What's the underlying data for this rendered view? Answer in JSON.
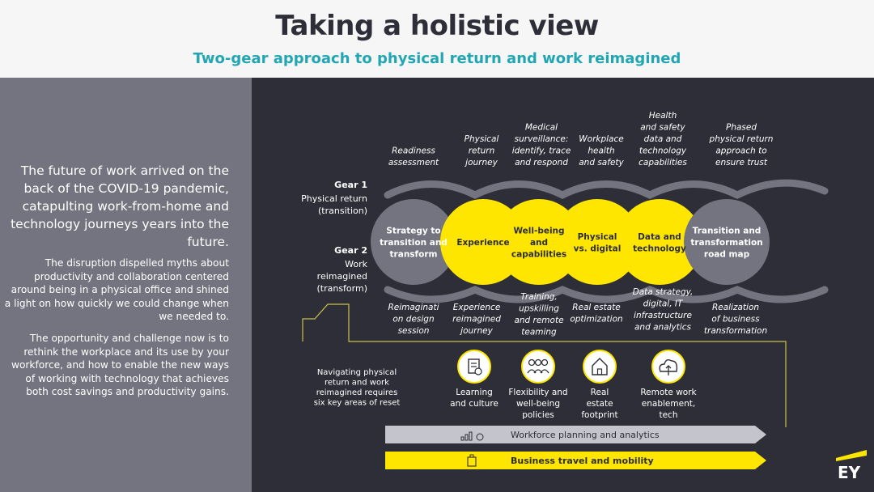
{
  "title": "Taking a holistic view",
  "subtitle": "Two-gear approach to physical return and work reimagined",
  "left_panel": {
    "lead": "The future of work arrived on the back of the COVID-19 pandemic, catapulting work-from-home and technology journeys years into the future.",
    "body1": "The disruption dispelled myths about productivity and collaboration centered around being in a physical office and shined a light on how quickly we could change when we needed to.",
    "body2": "The opportunity and challenge now is to rethink the workplace and its use by your workforce, and how to enable the new ways of working with technology that achieves both cost savings and productivity gains."
  },
  "gear1": {
    "title": "Gear 1",
    "line1": "Physical return",
    "line2": "(transition)"
  },
  "gear2": {
    "title": "Gear 2",
    "line1": "Work",
    "line2": "reimagined",
    "line3": "(transform)"
  },
  "top_labels": [
    {
      "lines": [
        "Readiness",
        "assessment"
      ]
    },
    {
      "lines": [
        "Physical",
        "return",
        "journey"
      ]
    },
    {
      "lines": [
        "Medical",
        "surveillance:",
        "identify, trace",
        "and respond"
      ]
    },
    {
      "lines": [
        "Workplace",
        "health",
        "and safety"
      ]
    },
    {
      "lines": [
        "Health",
        "and safety",
        "data and",
        "technology",
        "capabilities"
      ]
    },
    {
      "lines": [
        "Phased",
        "physical return",
        "approach to",
        "ensure trust"
      ]
    }
  ],
  "circles": [
    {
      "lines": [
        "Strategy to",
        "transition and",
        "transform"
      ],
      "color": "#747480"
    },
    {
      "lines": [
        "Experience"
      ],
      "color": "#ffe600"
    },
    {
      "lines": [
        "Well-being",
        "and",
        "capabilities"
      ],
      "color": "#ffe600"
    },
    {
      "lines": [
        "Physical",
        "vs. digital"
      ],
      "color": "#ffe600"
    },
    {
      "lines": [
        "Data and",
        "technology"
      ],
      "color": "#ffe600"
    },
    {
      "lines": [
        "Transition and",
        "transformation",
        "road map"
      ],
      "color": "#747480"
    }
  ],
  "bottom_labels": [
    {
      "lines": [
        "Reimaginati",
        "on design",
        "session"
      ]
    },
    {
      "lines": [
        "Experience",
        "reimagined",
        "journey"
      ]
    },
    {
      "lines": [
        "Training,",
        "upskilling",
        "and remote",
        "teaming"
      ]
    },
    {
      "lines": [
        "Real estate",
        "optimization"
      ]
    },
    {
      "lines": [
        "Data strategy,",
        "digital, IT",
        "infrastructure",
        "and analytics"
      ]
    },
    {
      "lines": [
        "Realization",
        "of business",
        "transformation"
      ]
    }
  ],
  "reset_box": {
    "lines": [
      "Navigating physical",
      "return and work",
      "reimagined requires",
      "six key areas of reset"
    ]
  },
  "areas": [
    {
      "icon": "document-icon",
      "lines": [
        "Learning",
        "and culture"
      ]
    },
    {
      "icon": "people-group-icon",
      "lines": [
        "Flexibility and",
        "well-being",
        "policies"
      ]
    },
    {
      "icon": "building-icon",
      "lines": [
        "Real",
        "estate",
        "footprint"
      ]
    },
    {
      "icon": "cloud-upload-icon",
      "lines": [
        "Remote work",
        "enablement,",
        "tech"
      ]
    }
  ],
  "arrows": [
    {
      "label": "Workforce planning and analytics",
      "icon": "analytics-chart-icon",
      "color": "#c4c4cd"
    },
    {
      "label": "Business travel and mobility",
      "icon": "luggage-icon",
      "color": "#ffe600"
    }
  ],
  "logo": "EY",
  "colors": {
    "yellow": "#ffe600",
    "teal": "#22a6b3",
    "dark": "#2e2e38",
    "grey": "#747480",
    "light_grey": "#c4c4cd"
  }
}
